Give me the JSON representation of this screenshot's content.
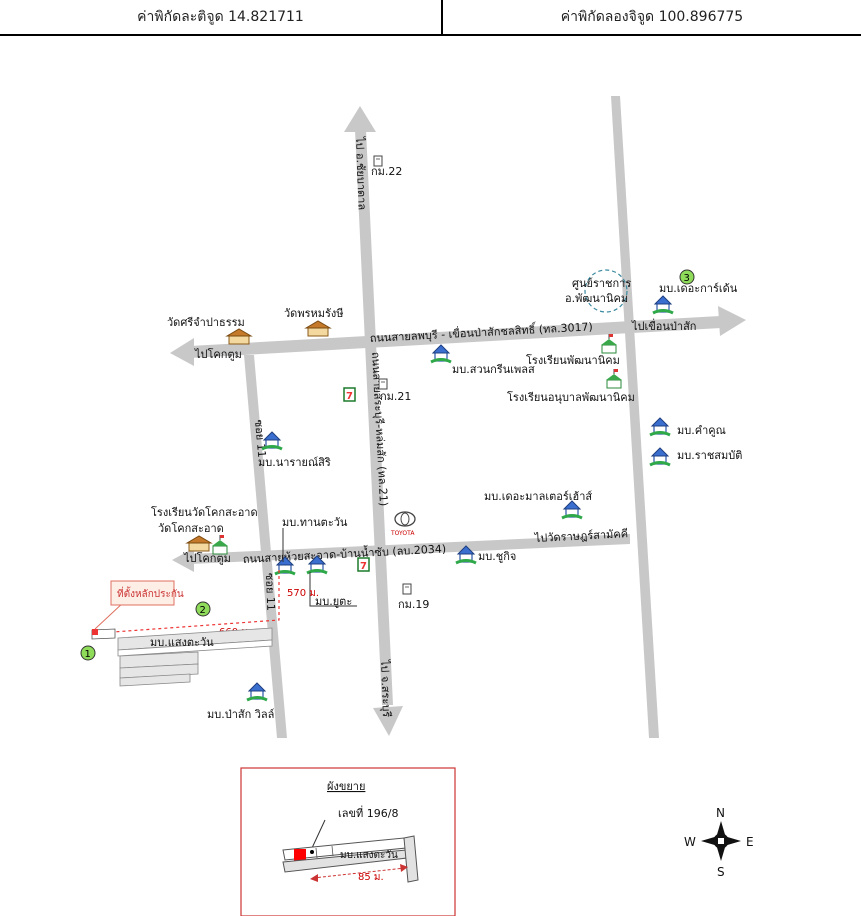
{
  "header": {
    "latitude_text": "ค่าพิกัดละติจูด 14.821711",
    "longitude_text": "ค่าพิกัดลองจิจูด 100.896775"
  },
  "roads": {
    "main_ew": "ถนนสายลพบุรี - เขื่อนป่าสักชลสิทธิ์ (ทล.3017)",
    "main_ns": "ถนนสายสระบุรี-หล่มสัก (ทล.21)",
    "lower_ew": "ถนนสายห้วยสะอาด-บ้านน้ำซับ (ลบ.2034)",
    "soi": "ซอย 11",
    "soi_b": "ซอย 11"
  },
  "directions": {
    "north": "ไป อ.ชัยบาดาล",
    "south": "ไป จ.สระบุรี",
    "west_top": "ไปโคกตูม",
    "west_bottom": "ไปโคกตูม",
    "east_top": "ไปเขื่อนป่าสัก",
    "east_bottom": "ไปวัดราษฎร์สามัคคี"
  },
  "places": {
    "wat_sri": "วัดศรีจำปาธรรม",
    "wat_phrom": "วัดพรหมรังษี",
    "km22": "กม.22",
    "km21": "กม.21",
    "km19": "กม.19",
    "govt_center_1": "ศูนย์ราชการ",
    "govt_center_2": "อ.พัฒนานิคม",
    "the_garden": "มบ.เดอะการ์เด้น",
    "suan_green": "มบ.สวนกรีนเพลส",
    "school_phatthana": "โรงเรียนพัฒนานิคม",
    "school_kindergarten": "โรงเรียนอนุบาลพัฒนานิคม",
    "kham_khun": "มบ.คำคูณ",
    "rat_sombat": "มบ.ราชสมบัติ",
    "narai": "มบ.นารายณ์สิริ",
    "mall_tower": "มบ.เดอะมาลเตอร์เฮ้าส์",
    "school_wat_khoksaat": "โรงเรียนวัดโคกสะอาด",
    "wat_khoksaat": "วัดโคกสะอาด",
    "than_tawan": "มบ.ทานตะวัน",
    "suchit": "มบ.ชูกิจ",
    "yuta": "มบ.ยูตะ",
    "saeng_tawan": "มบ.แสงตะวัน",
    "pasak_villa": "มบ.ป่าสัก วิลล์",
    "toyota": "TOYOTA",
    "seven": "7"
  },
  "site": {
    "location_note": "ที่ตั้งหลักประกัน",
    "dist_570": "570 ม.",
    "dist_660": "660 ม.",
    "marker1": "1",
    "marker2": "2",
    "marker3": "3"
  },
  "inset": {
    "title": "ผังขยาย",
    "house_no": "เลขที่ 196/8",
    "village": "มบ.แสงตะวัน",
    "distance": "85 ม."
  },
  "compass": {
    "n": "N",
    "s": "S",
    "e": "E",
    "w": "W"
  },
  "colors": {
    "road": "#c8c8c8",
    "green_marker": "#8fdc5a",
    "parcel": "#ff0000",
    "inset_border": "#cc3333",
    "note_border": "#e07060",
    "note_bg": "#fdeee6"
  }
}
